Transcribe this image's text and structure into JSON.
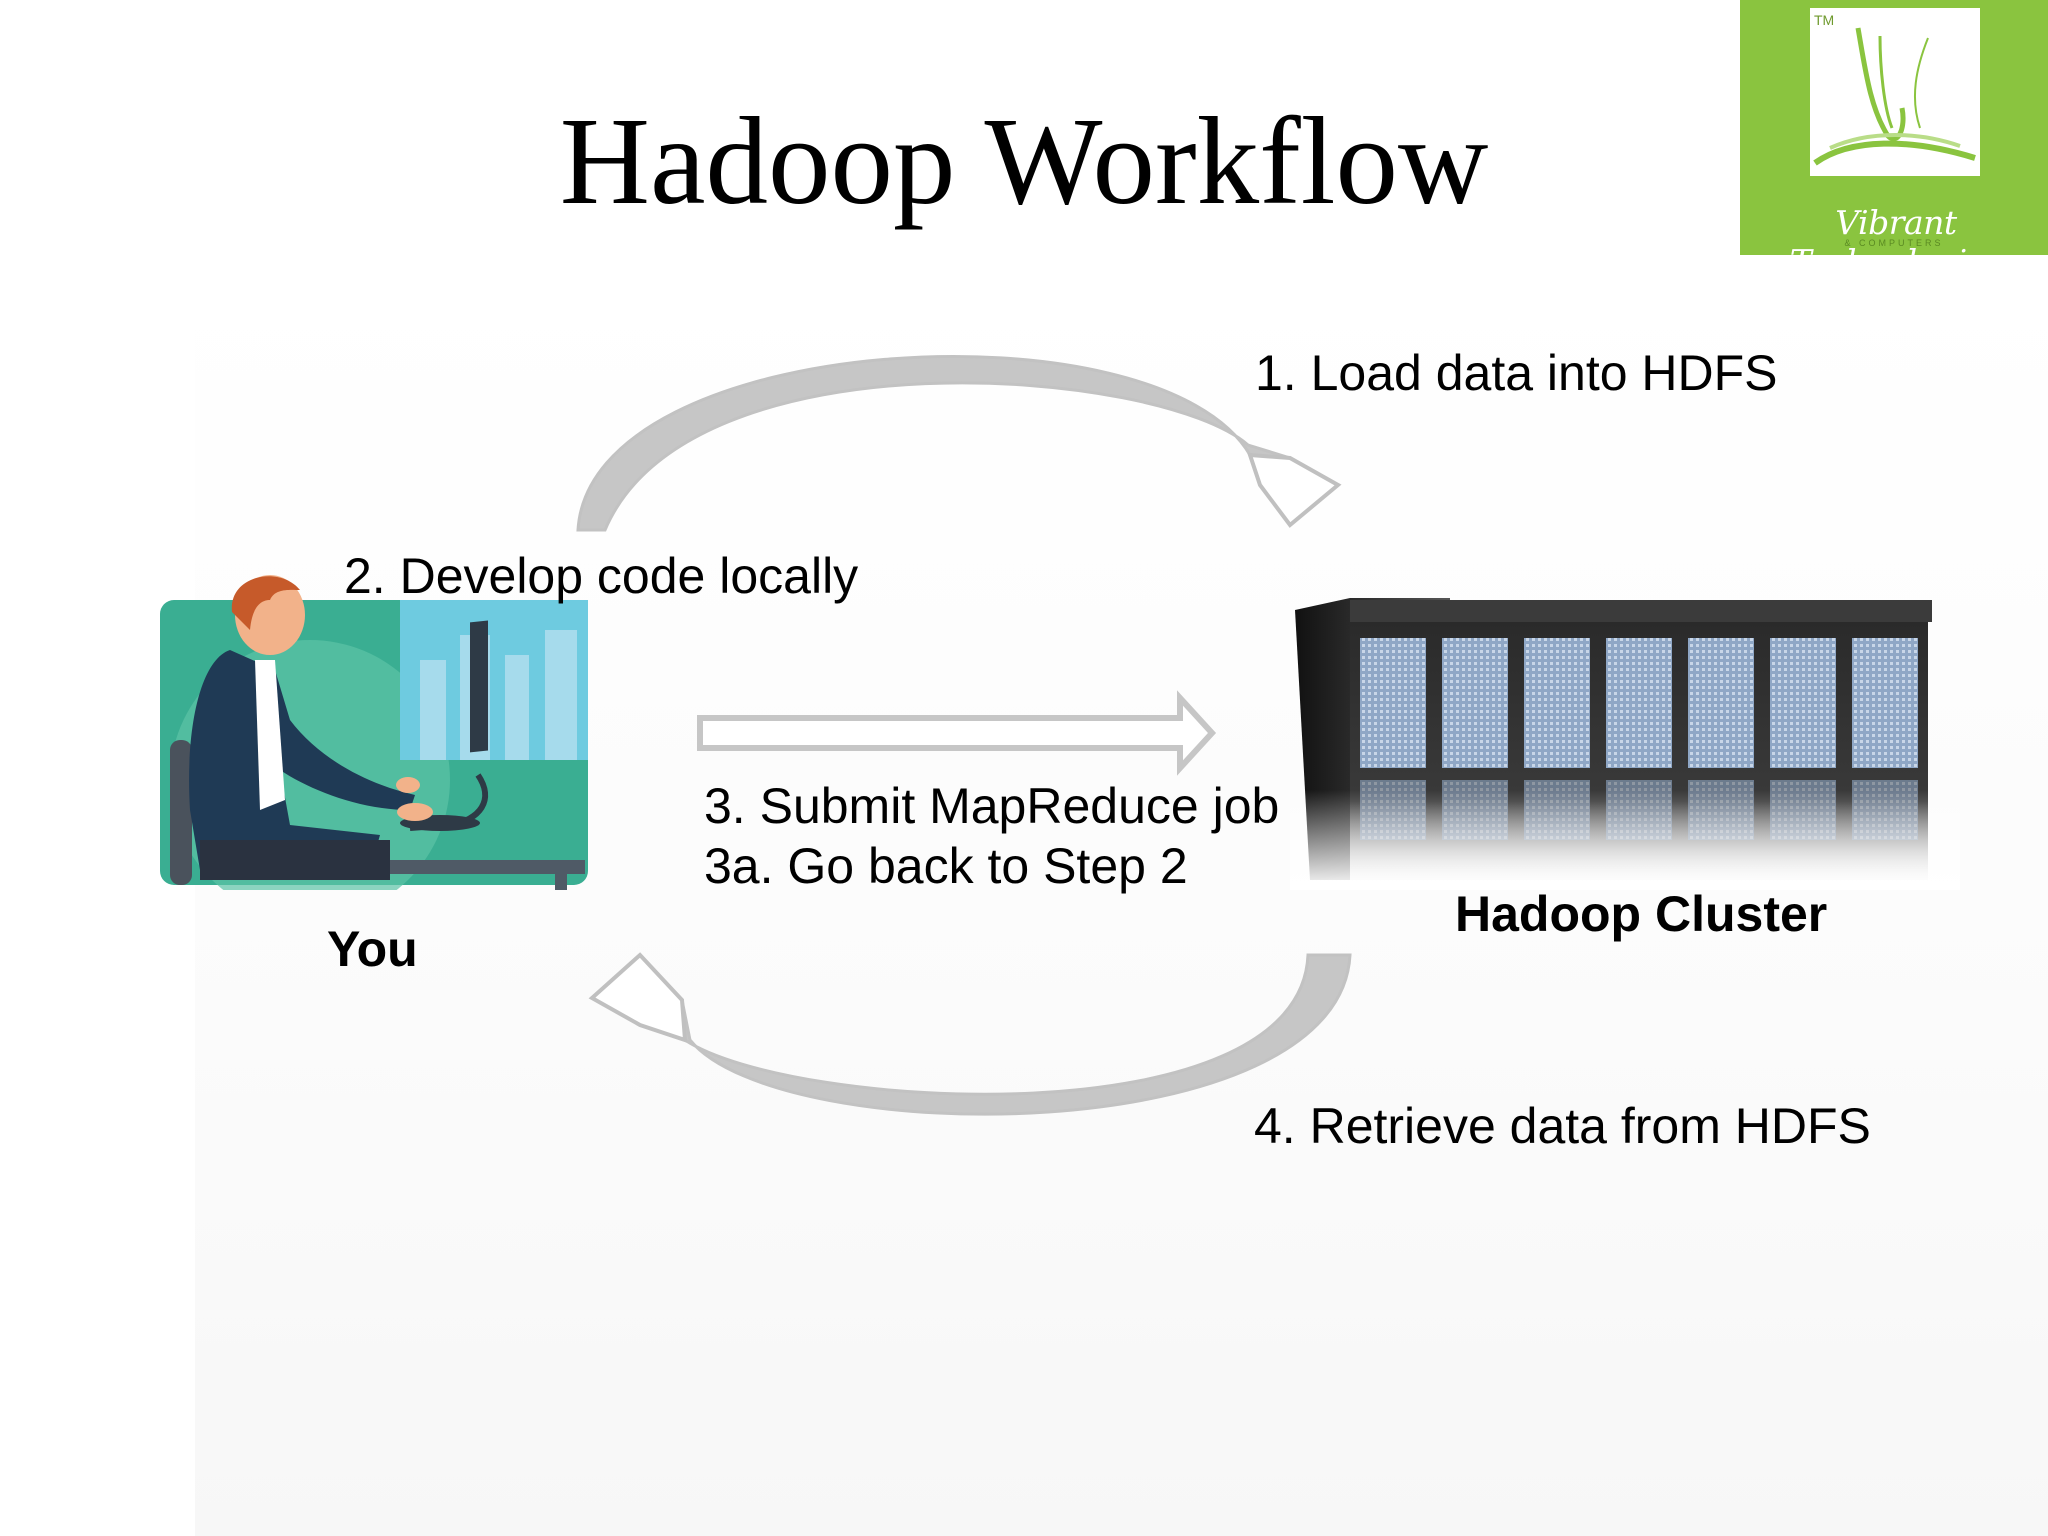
{
  "title": "Hadoop Workflow",
  "logo": {
    "brand": "Vibrant Technologies",
    "sub": "& COMPUTERS",
    "tm": "TM",
    "icon": "logo-v-wave-icon"
  },
  "steps": {
    "step1": "1. Load data into HDFS",
    "step2": "2. Develop code locally",
    "step3": "3. Submit MapReduce job",
    "step3a": "3a. Go back to Step 2",
    "step4": "4. Retrieve data from HDFS"
  },
  "nodes": {
    "you": "You",
    "cluster": "Hadoop Cluster"
  },
  "icons": {
    "you": "person-at-computer-icon",
    "cluster": "server-rack-icon"
  },
  "colors": {
    "arrow": "#c6c6c6",
    "logo_green": "#8ac43f",
    "teal": "#3aae92"
  }
}
